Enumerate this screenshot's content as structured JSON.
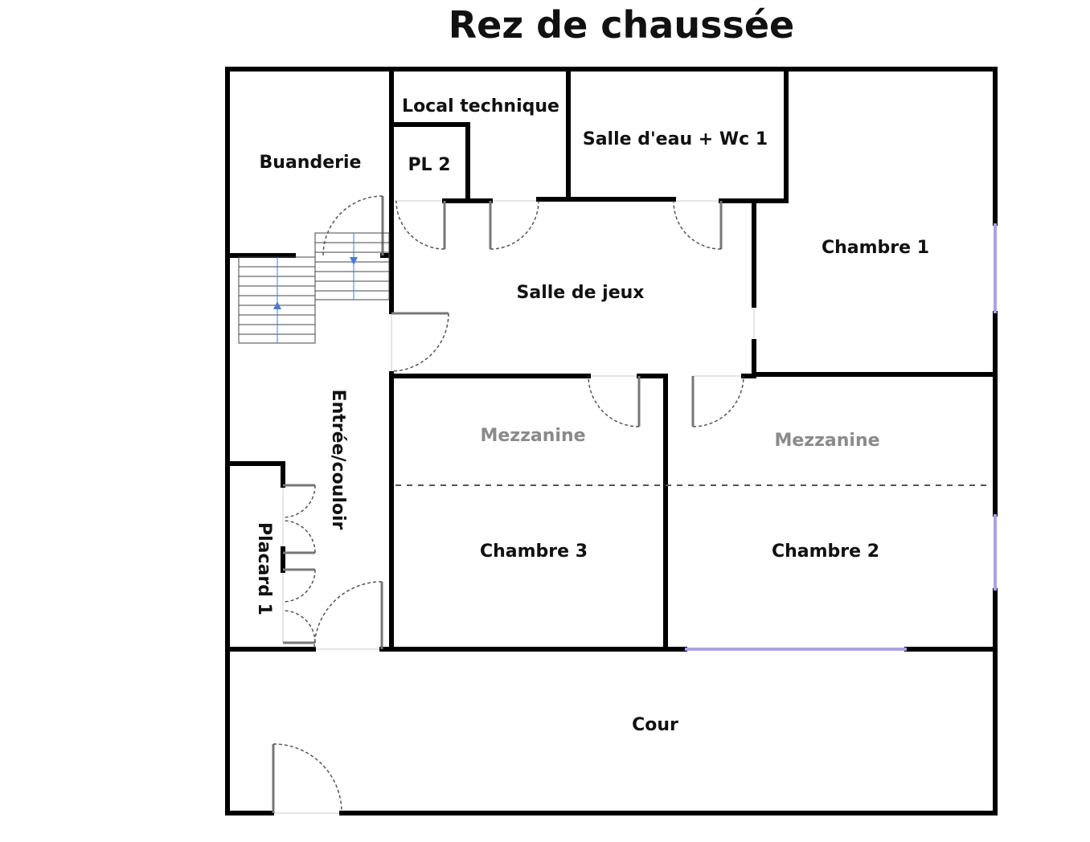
{
  "title": "Rez de chaussée",
  "rooms": {
    "buanderie": "Buanderie",
    "local_technique": "Local technique",
    "pl2": "PL 2",
    "salle_eau": "Salle d'eau + Wc 1",
    "chambre1": "Chambre 1",
    "salle_jeux": "Salle de jeux",
    "entree": "Entrée/couloir",
    "placard1": "Placard 1",
    "mezzanine_left": "Mezzanine",
    "mezzanine_right": "Mezzanine",
    "chambre3": "Chambre 3",
    "chambre2": "Chambre 2",
    "cour": "Cour"
  },
  "colors": {
    "wall": "#000000",
    "window": "#a9a4e6",
    "stair_arrow": "#4a7bd0",
    "mezzanine_text": "#8a8a8a"
  }
}
